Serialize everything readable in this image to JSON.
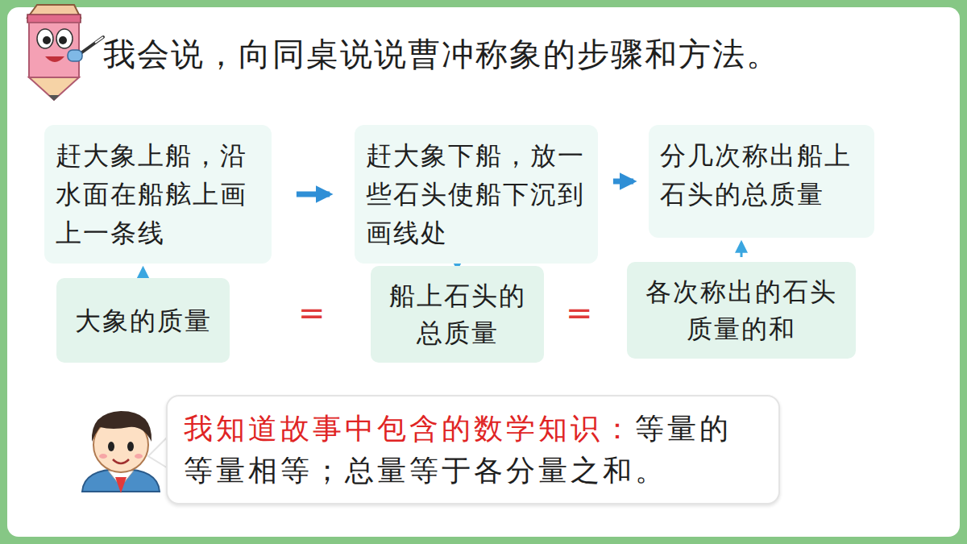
{
  "diagram": {
    "title": "我会说，向同桌说说曹冲称象的步骤和方法。",
    "nodes": [
      {
        "text": [
          "赶大象上船，沿水面在船舷上画上一条线"
        ]
      },
      {
        "text": [
          "赶大象下船，放一些石头使船下沉到画线处"
        ]
      },
      {
        "text": [
          "分几次称出船上石头的总质量"
        ]
      },
      {
        "text": [
          "大象的质量"
        ]
      },
      {
        "text": [
          "船上石头的总质量"
        ]
      },
      {
        "text": [
          "各次称出的石头质量的和"
        ]
      },
      {
        "text": [
          "我知道故事中包含的数学知识：",
          "等量的等量相等；总量等于各分量之和。"
        ]
      }
    ],
    "edges": [
      {
        "from": 0,
        "to": 1,
        "arrow": "to"
      },
      {
        "from": 1,
        "to": 2,
        "arrow": "to"
      },
      {
        "from": 3,
        "to": 0,
        "arrow": "to"
      },
      {
        "from": 4,
        "to": 1,
        "arrow": "to"
      },
      {
        "from": 5,
        "to": 2,
        "arrow": "to"
      }
    ],
    "labels": [
      "=",
      "="
    ]
  }
}
